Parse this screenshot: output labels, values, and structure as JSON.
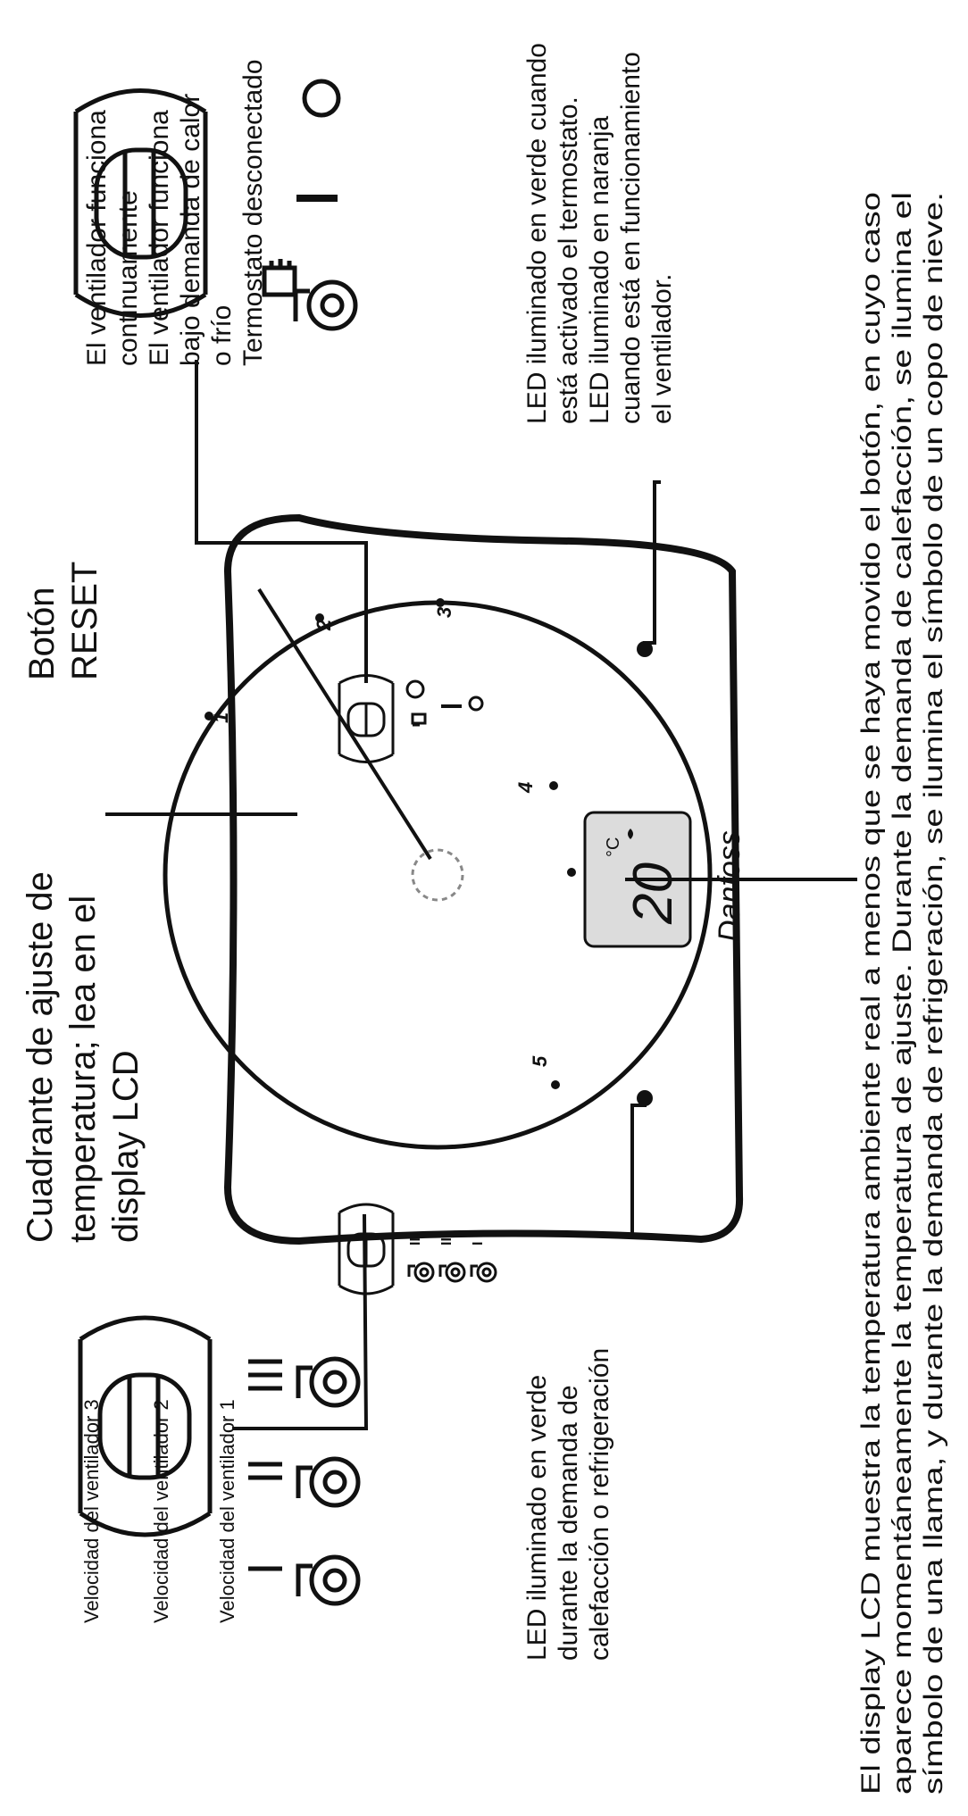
{
  "labels": {
    "reset": [
      "Botón",
      "RESET"
    ],
    "dial": [
      "Cuadrante de ajuste de",
      "temperatura; lea en el",
      "display LCD"
    ],
    "led_top": [
      "LED iluminado en verde",
      "durante la demanda de",
      "calefacción o refrigeración"
    ],
    "fan_speed_3": "Velocidad del ventilador 3",
    "fan_speed_2": "Velocidad del ventilador 2",
    "fan_speed_1": "Velocidad del ventilador 1",
    "mode": [
      "El ventilador funciona",
      "continuamente",
      "El ventilador funciona",
      "bajo demanda de calor",
      "o frío",
      "Termostato desconectado"
    ],
    "led_bottom": [
      "LED iluminado en verde cuando",
      "está activado el termostato.",
      "LED iluminado en naranja",
      "cuando está en funcionamiento",
      "el ventilador."
    ],
    "lcd_note": [
      "El display LCD muestra la temperatura ambiente real a menos que se haya movido el botón, en cuyo caso",
      "aparece momentáneamente la temperatura de ajuste. Durante la demanda de calefacción, se ilumina el",
      "símbolo de una llama, y durante la demanda de refrigeración, se ilumina el símbolo de un copo de nieve."
    ]
  },
  "device": {
    "lcd_value": "20",
    "lcd_unit": "°C",
    "brand": "Danfoss",
    "dial_numbers": [
      "1",
      "2",
      "3",
      "4",
      "5"
    ],
    "speed_marks": [
      "III",
      "II",
      "I"
    ]
  }
}
